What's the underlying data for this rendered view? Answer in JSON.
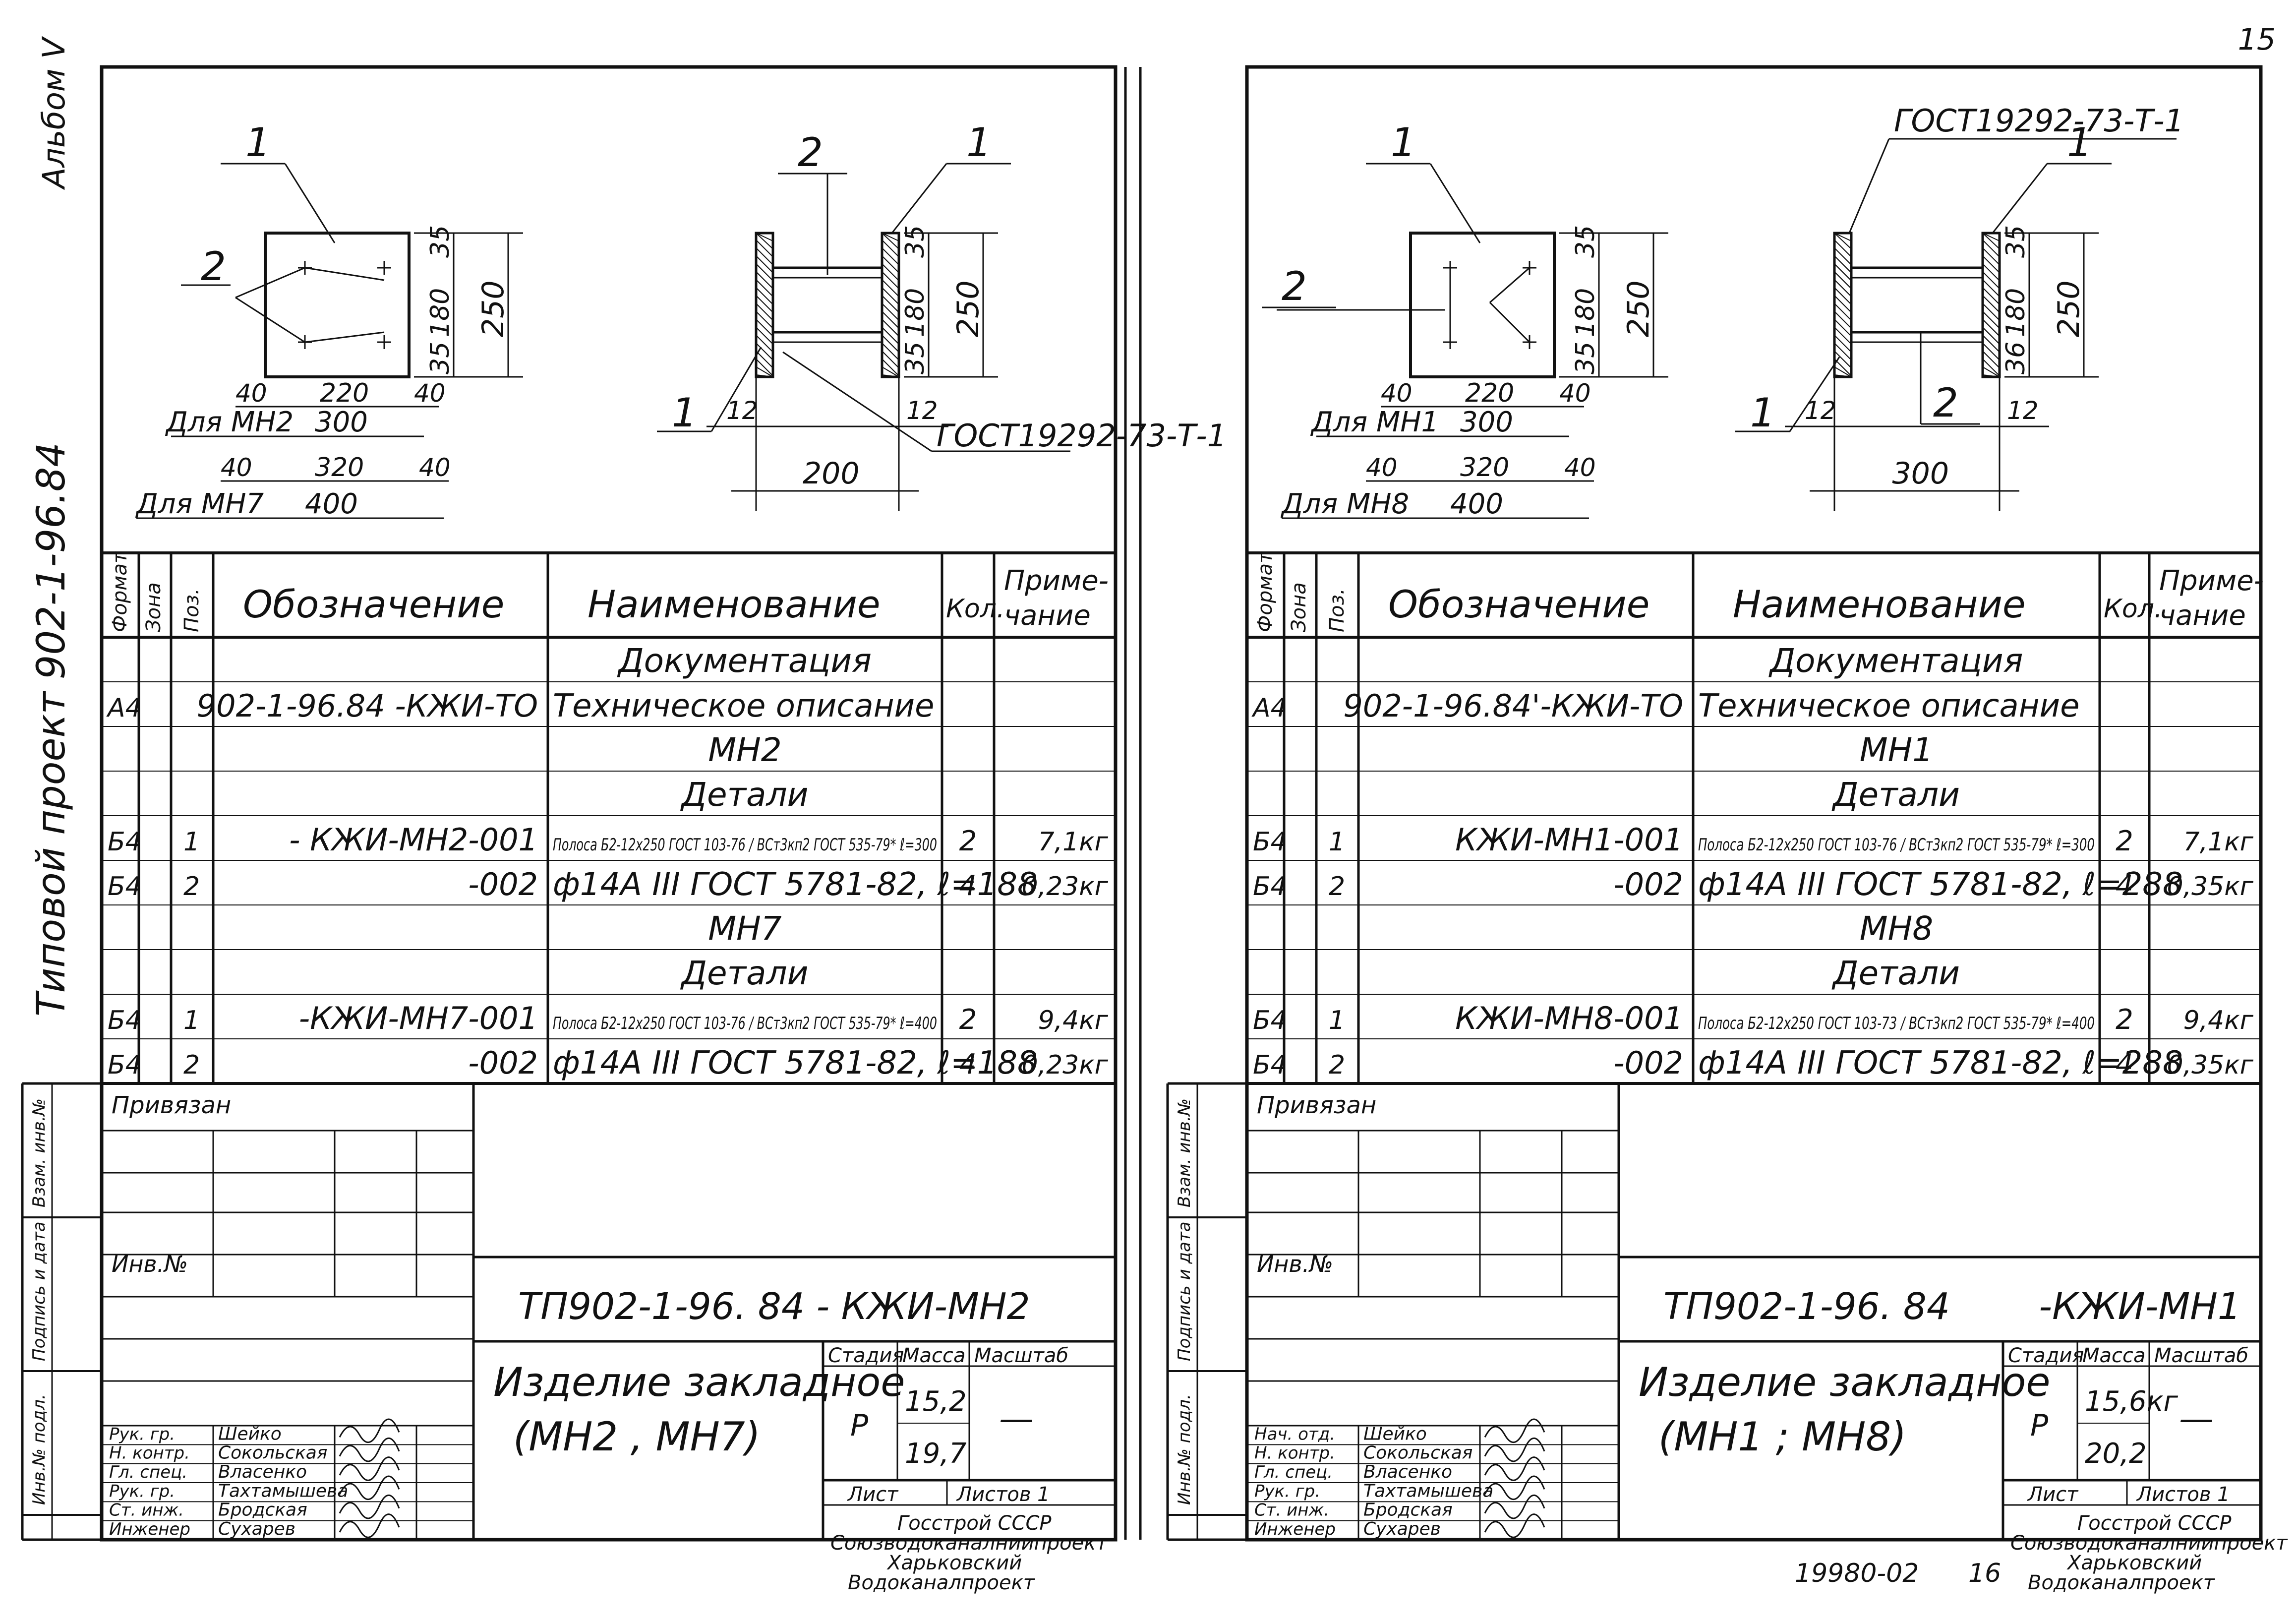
{
  "page_number": "15",
  "side_title": "Типовой проект 902-1-96.84",
  "album": "Альбом V",
  "bottom_code": "19980-02",
  "bottom_num": "16",
  "left": {
    "callouts": {
      "p1a": "1",
      "p2": "2",
      "p2b": "2",
      "p1b": "1",
      "p1c": "1",
      "gost": "ГОСТ19292-73-Т-1"
    },
    "dims": {
      "d35a": "35",
      "d180": "180",
      "d35b": "35",
      "d250": "250",
      "d40a": "40",
      "d220": "220",
      "d40b": "40",
      "d300": "300",
      "d40c": "40",
      "d320": "320",
      "d40d": "40",
      "d400": "400",
      "r35a": "35",
      "r180": "180",
      "r35b": "35",
      "r250": "250",
      "d12a": "12",
      "d12b": "12",
      "d200": "200"
    },
    "for1": "Для МН2",
    "for2": "Для МН7",
    "spec_headers": [
      "Формат",
      "Зона",
      "Поз.",
      "Обозначение",
      "Наименование",
      "Кол.",
      "Приме-\nчание"
    ],
    "spec_rows": [
      {
        "f": "",
        "z": "",
        "p": "",
        "o": "",
        "n": "Документация",
        "k": "",
        "pr": "",
        "center": true
      },
      {
        "f": "А4",
        "z": "",
        "p": "",
        "o": "902-1-96.84 -КЖИ-ТО",
        "n": "Техническое описание",
        "k": "",
        "pr": ""
      },
      {
        "f": "",
        "z": "",
        "p": "",
        "o": "",
        "n": "МН2",
        "k": "",
        "pr": "",
        "center": true
      },
      {
        "f": "",
        "z": "",
        "p": "",
        "o": "",
        "n": "Детали",
        "k": "",
        "pr": "",
        "center": true
      },
      {
        "f": "Б4",
        "z": "",
        "p": "1",
        "o": "- КЖИ-МН2-001",
        "n": "Полоса Б2-12х250 ГОСТ 103-76 / ВСт3кп2 ГОСТ 535-79* ℓ=300",
        "k": "2",
        "pr": "7,1кг"
      },
      {
        "f": "Б4",
        "z": "",
        "p": "2",
        "o": "-002",
        "n": "ф14А III ГОСТ 5781-82, ℓ=188",
        "k": "4",
        "pr": "0,23кг"
      },
      {
        "f": "",
        "z": "",
        "p": "",
        "o": "",
        "n": "МН7",
        "k": "",
        "pr": "",
        "center": true
      },
      {
        "f": "",
        "z": "",
        "p": "",
        "o": "",
        "n": "Детали",
        "k": "",
        "pr": "",
        "center": true
      },
      {
        "f": "Б4",
        "z": "",
        "p": "1",
        "o": "-КЖИ-МН7-001",
        "n": "Полоса Б2-12х250 ГОСТ 103-76 / ВСт3кп2 ГОСТ 535-79* ℓ=400",
        "k": "2",
        "pr": "9,4кг"
      },
      {
        "f": "Б4",
        "z": "",
        "p": "2",
        "o": "-002",
        "n": "ф14А III ГОСТ 5781-82, ℓ=188",
        "k": "4",
        "pr": "0,23кг"
      }
    ],
    "privyazan": "Привязан",
    "inv": "Инв.№",
    "side_labels": [
      "Взам. инв.№",
      "Подпись и дата",
      "Инв.№ подл."
    ],
    "code": "ТП902-1-96. 84 - КЖИ-МН2",
    "title1": "Изделие закладное",
    "title2": "(МН2 , МН7)",
    "stage_h": "Стадия",
    "mass_h": "Масса",
    "scale_h": "Масштаб",
    "stage": "Р",
    "mass1": "15,2",
    "mass2": "19,7",
    "scale": "—",
    "sheet": "Лист",
    "sheets": "Листов 1",
    "org1": "Госстрой СССР",
    "org2": "Союзводоканалниипроект",
    "org3": "Харьковский",
    "org4": "Водоканалпроект",
    "staff": [
      {
        "role": "Рук. гр.",
        "name": "Шейко"
      },
      {
        "role": "Н. контр.",
        "name": "Сокольская"
      },
      {
        "role": "Гл. спец.",
        "name": "Власенко"
      },
      {
        "role": "Рук. гр.",
        "name": "Тахтамышева"
      },
      {
        "role": "Ст. инж.",
        "name": "Бродская"
      },
      {
        "role": "Инженер",
        "name": "Сухарев"
      }
    ]
  },
  "right": {
    "callouts": {
      "p1a": "1",
      "p2": "2",
      "p1b": "1",
      "p2b": "2",
      "p1c": "1",
      "gost": "ГОСТ19292-73-Т-1"
    },
    "dims": {
      "d35a": "35",
      "d180": "180",
      "d35b": "35",
      "d250": "250",
      "d40a": "40",
      "d220": "220",
      "d40b": "40",
      "d300": "300",
      "d40c": "40",
      "d320": "320",
      "d40d": "40",
      "d400": "400",
      "r35a": "35",
      "r180": "180",
      "r35b": "36",
      "r250": "250",
      "d12a": "12",
      "d12b": "12",
      "d300b": "300"
    },
    "for1": "Для МН1",
    "for2": "Для МН8",
    "spec_headers": [
      "Формат",
      "Зона",
      "Поз.",
      "Обозначение",
      "Наименование",
      "Кол.",
      "Приме-\nчание"
    ],
    "spec_rows": [
      {
        "f": "",
        "z": "",
        "p": "",
        "o": "",
        "n": "Документация",
        "k": "",
        "pr": "",
        "center": true
      },
      {
        "f": "А4",
        "z": "",
        "p": "",
        "o": "902-1-96.84'-КЖИ-ТО",
        "n": "Техническое описание",
        "k": "",
        "pr": ""
      },
      {
        "f": "",
        "z": "",
        "p": "",
        "o": "",
        "n": "МН1",
        "k": "",
        "pr": "",
        "center": true
      },
      {
        "f": "",
        "z": "",
        "p": "",
        "o": "",
        "n": "Детали",
        "k": "",
        "pr": "",
        "center": true
      },
      {
        "f": "Б4",
        "z": "",
        "p": "1",
        "o": "КЖИ-МН1-001",
        "n": "Полоса Б2-12х250 ГОСТ 103-76 / ВСт3кп2 ГОСТ 535-79* ℓ=300",
        "k": "2",
        "pr": "7,1кг"
      },
      {
        "f": "Б4",
        "z": "",
        "p": "2",
        "o": "-002",
        "n": "ф14А III ГОСТ 5781-82, ℓ=288",
        "k": "4",
        "pr": "0,35кг"
      },
      {
        "f": "",
        "z": "",
        "p": "",
        "o": "",
        "n": "МН8",
        "k": "",
        "pr": "",
        "center": true
      },
      {
        "f": "",
        "z": "",
        "p": "",
        "o": "",
        "n": "Детали",
        "k": "",
        "pr": "",
        "center": true
      },
      {
        "f": "Б4",
        "z": "",
        "p": "1",
        "o": "КЖИ-МН8-001",
        "n": "Полоса Б2-12х250 ГОСТ 103-73 / ВСт3кп2 ГОСТ 535-79* ℓ=400",
        "k": "2",
        "pr": "9,4кг"
      },
      {
        "f": "Б4",
        "z": "",
        "p": "2",
        "o": "-002",
        "n": "ф14А III ГОСТ 5781-82, ℓ=288",
        "k": "4",
        "pr": "0,35кг"
      }
    ],
    "privyazan": "Привязан",
    "inv": "Инв.№",
    "side_labels": [
      "Взам. инв.№",
      "Подпись и дата",
      "Инв.№ подл."
    ],
    "code": "ТП902-1-96. 84",
    "code2": "-КЖИ-МН1",
    "title1": "Изделие закладное",
    "title2": "(МН1 ; МН8)",
    "stage_h": "Стадия",
    "mass_h": "Масса",
    "scale_h": "Масштаб",
    "stage": "Р",
    "mass1": "15,6кг",
    "mass2": "20,2",
    "scale": "—",
    "sheet": "Лист",
    "sheets": "Листов 1",
    "org1": "Госстрой СССР",
    "org2": "Союзводоканалниипроект",
    "org3": "Харьковский",
    "org4": "Водоканалпроект",
    "staff": [
      {
        "role": "Нач. отд.",
        "name": "Шейко"
      },
      {
        "role": "Н. контр.",
        "name": "Сокольская"
      },
      {
        "role": "Гл. спец.",
        "name": "Власенко"
      },
      {
        "role": "Рук. гр.",
        "name": "Тахтамышева"
      },
      {
        "role": "Ст. инж.",
        "name": "Бродская"
      },
      {
        "role": "Инженер",
        "name": "Сухарев"
      }
    ]
  }
}
